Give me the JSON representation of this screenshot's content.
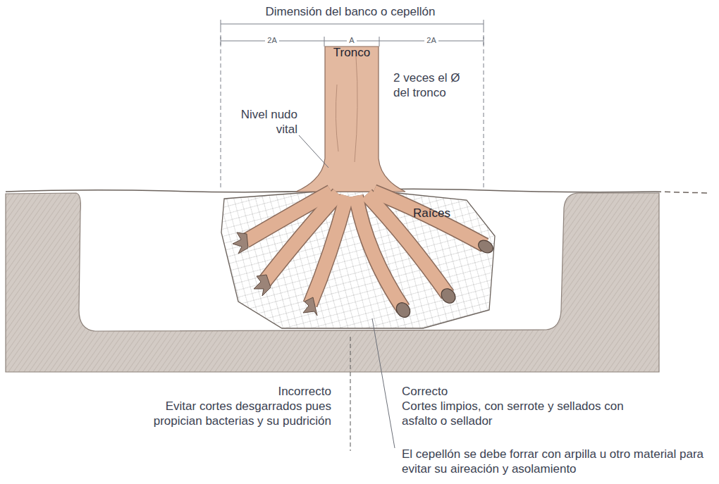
{
  "diagram": {
    "labels": [
      "Dimensión del banco o cepellón",
      "2A",
      "A",
      "2A",
      "Tronco",
      "2 veces el Ø del tronco",
      "Nivel nudo vital",
      "Raíces",
      "Incorrecto",
      "Evitar cortes desgarrados pues propician bacterias y su pudrición",
      "Correcto",
      "Cortes limpios, con serrote y sellados con asfalto o sellador",
      "El cepellón se debe forrar con arpilla u otro material para evitar su aireación y asolamiento"
    ]
  }
}
